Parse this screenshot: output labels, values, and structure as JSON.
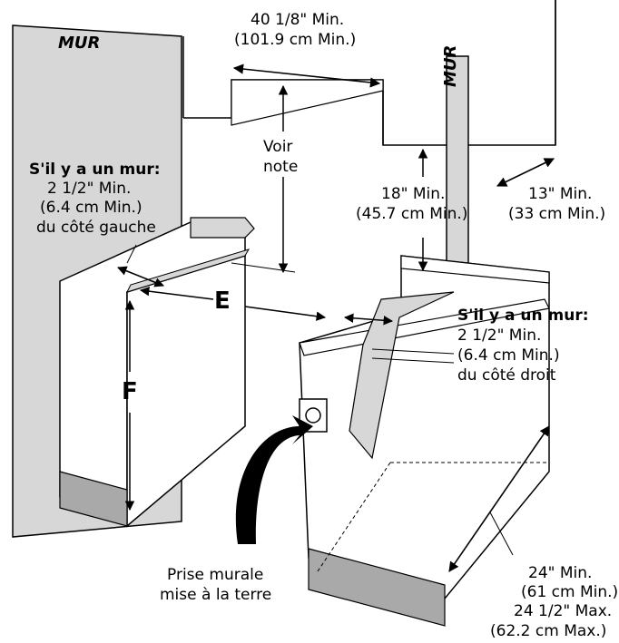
{
  "labels": {
    "wall_left": "MUR",
    "wall_right": "MUR",
    "top_width": "40 1/8\" Min.",
    "top_width_cm": "(101.9 cm Min.)",
    "see_note_1": "Voir",
    "see_note_2": "note",
    "left_wall_title": "S'il y a un mur:",
    "left_wall_min": "2 1/2\" Min.",
    "left_wall_min_cm": "(6.4 cm Min.)",
    "left_wall_side": "du côté gauche",
    "height_min": "18\" Min.",
    "height_min_cm": "(45.7 cm Min.)",
    "depth_min": "13\" Min.",
    "depth_min_cm": "(33 cm Min.)",
    "label_e": "E",
    "label_f": "F",
    "right_wall_title": "S'il y a un mur:",
    "right_wall_min": "2 1/2\" Min.",
    "right_wall_min_cm": "(6.4 cm Min.)",
    "right_wall_side": "du côté droit",
    "outlet_1": "Prise murale",
    "outlet_2": "mise à la terre",
    "bottom_min": "24\" Min.",
    "bottom_min_cm": "(61 cm Min.)",
    "bottom_max": "24 1/2\" Max.",
    "bottom_max_cm": "(62.2 cm Max.)"
  },
  "colors": {
    "wall_fill": "#d7d7d7",
    "panel_fill": "#a9a9a9",
    "line": "#000000",
    "background": "#ffffff"
  }
}
